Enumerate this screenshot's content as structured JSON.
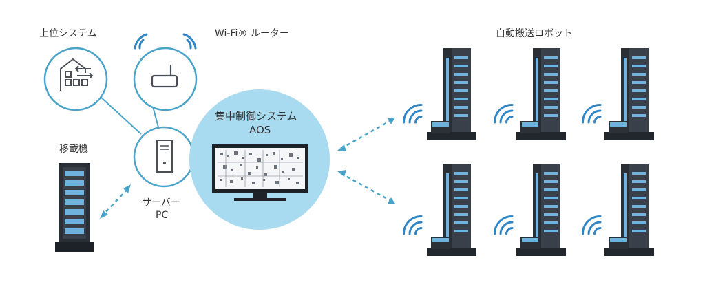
{
  "labels": {
    "upper_system": "上位システム",
    "wifi_router": "Wi-Fi® ルーター",
    "robots": "自動搬送ロボット",
    "transfer": "移載機",
    "control_system": "集中制御システム",
    "aos": "AOS",
    "server": "サーバー",
    "pc": "PC"
  },
  "colors": {
    "accent": "#4aa3c9",
    "hub_fill": "#a8daf0",
    "dark": "#2a2f36",
    "robot_blue": "#6fb2de"
  },
  "icons": {
    "upper_system": "warehouse-icon",
    "wifi_router": "router-icon",
    "server": "server-tower-icon",
    "transfer": "transfer-machine-icon",
    "robot": "autonomous-robot-icon"
  }
}
